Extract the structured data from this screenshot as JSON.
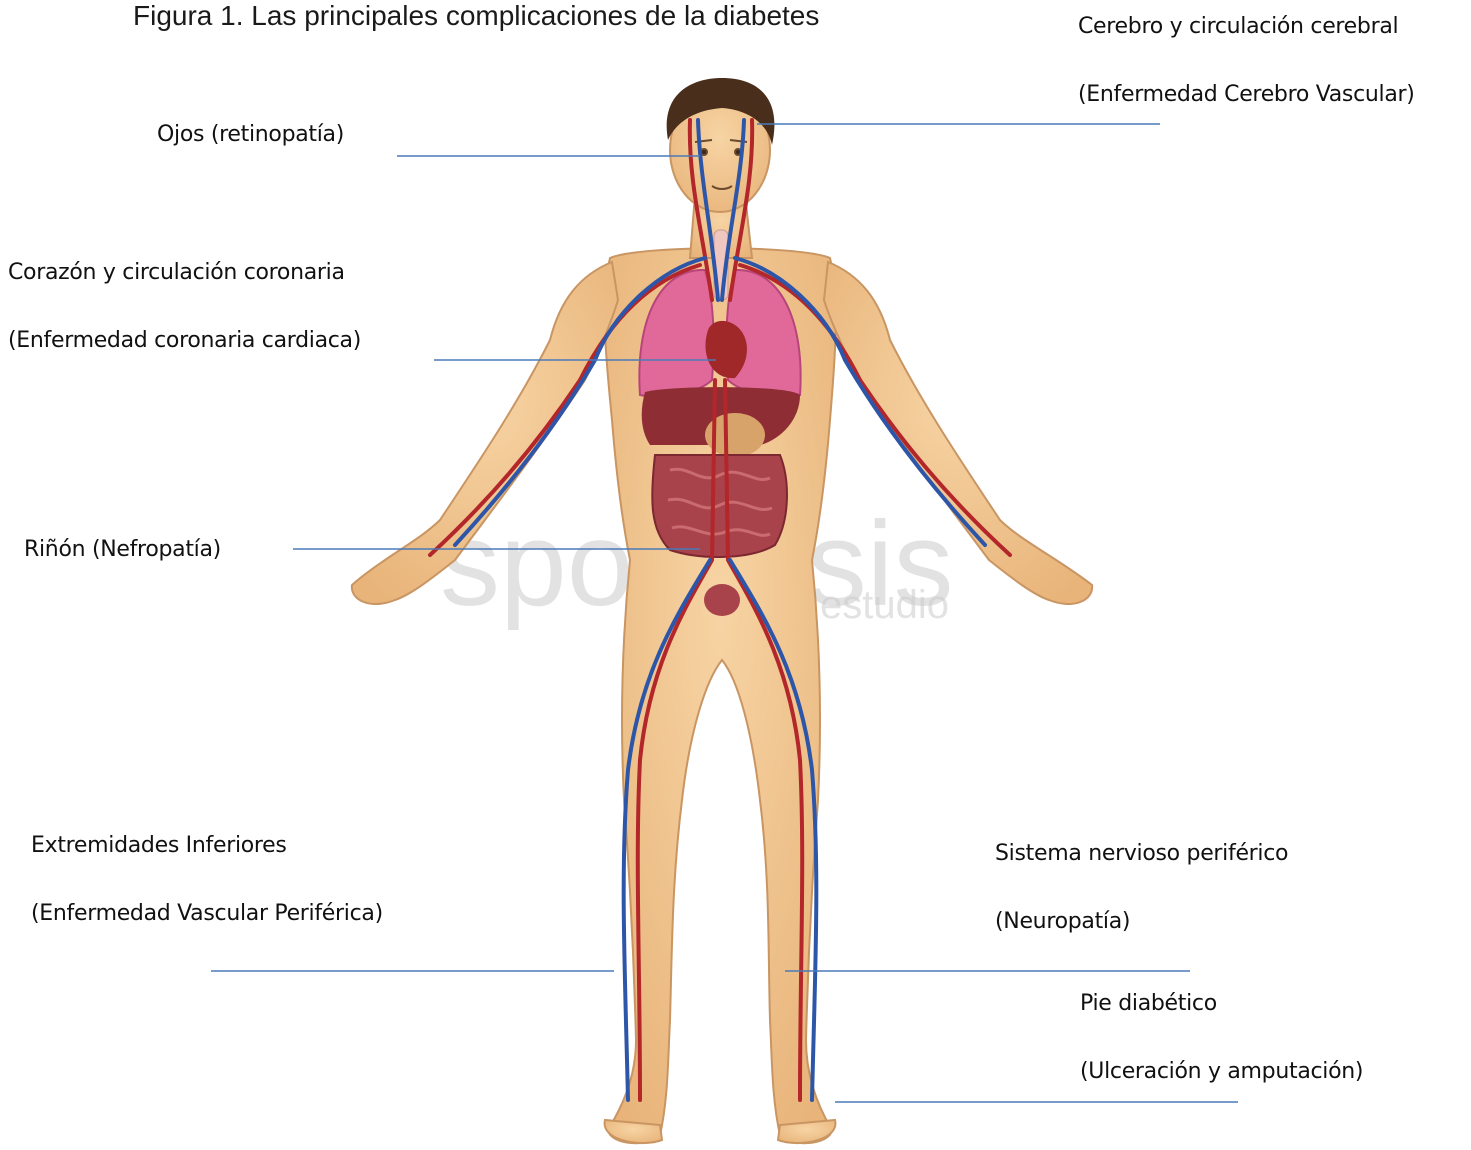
{
  "title": "Figura 1. Las principales complicaciones de la diabetes",
  "labels": {
    "cerebro_1": "Cerebro y circulación cerebral",
    "cerebro_2": "(Enfermedad Cerebro Vascular)",
    "ojos": "Ojos (retinopatía)",
    "corazon_1": "Corazón y circulación coronaria",
    "corazon_2": "(Enfermedad coronaria cardiaca)",
    "rinon": "Riñón (Nefropatía)",
    "extremidades_1": "Extremidades Inferiores",
    "extremidades_2": "(Enfermedad Vascular Periférica)",
    "nervioso_1": "Sistema nervioso periférico",
    "nervioso_2": "(Neuropatía)",
    "pie_1": "Pie diabético",
    "pie_2": "(Ulceración y amputación)"
  },
  "watermark": {
    "main": "spoi··psis",
    "sub": "estudio"
  },
  "colors": {
    "leader": "#4a7ab8",
    "skin": "#f2c58e",
    "artery": "#b3262a",
    "vein": "#2d56a8",
    "lungs": "#e0699a",
    "intestine": "#a8424b",
    "hair": "#4a2e1c"
  }
}
